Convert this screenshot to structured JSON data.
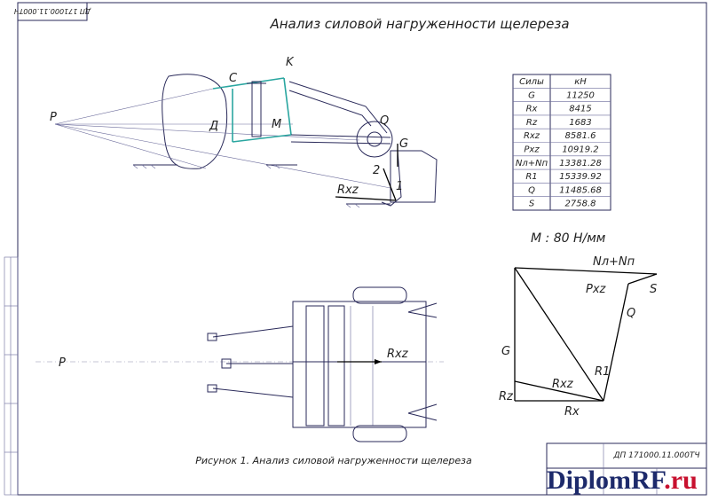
{
  "title": "Анализ силовой нагруженности щелереза",
  "caption": "Рисунок 1. Анализ силовой нагруженности щелереза",
  "doc_code": "ДП 171000.11.000ТЧ",
  "doc_code_corner": "ДП 171000.11.000ТЧ",
  "scale": "М : 80 Н/мм",
  "logo": {
    "main": "DiplomRF",
    "suffix": ".ru"
  },
  "side_labels": {
    "points": {
      "C": "C",
      "K": "K",
      "D": "Д",
      "M": "М",
      "Q": "Q",
      "G": "G",
      "p1": "1",
      "p2": "2",
      "P": "P",
      "Rxz": "Rxz"
    },
    "plan": {
      "P": "P",
      "Rxz": "Rxz"
    }
  },
  "table": {
    "headers": [
      "Силы",
      "кН"
    ],
    "rows": [
      [
        "G",
        "11250"
      ],
      [
        "Rx",
        "8415"
      ],
      [
        "Rz",
        "1683"
      ],
      [
        "Rxz",
        "8581.6"
      ],
      [
        "Pxz",
        "10919.2"
      ],
      [
        "Nл+Nп",
        "13381.28"
      ],
      [
        "R1",
        "15339.92"
      ],
      [
        "Q",
        "11485.68"
      ],
      [
        "S",
        "2758.8"
      ]
    ]
  },
  "polygon_labels": {
    "NlNp": "Nл+Nп",
    "Pxz": "Pxz",
    "S": "S",
    "Q": "Q",
    "G": "G",
    "R1": "R1",
    "Rxz": "Rxz",
    "Rz": "Rz",
    "Rx": "Rx"
  },
  "colors": {
    "line": "#2a2a5a",
    "teal": "#2aa6a0",
    "brand": "#1d2a6b",
    "brand_accent": "#c8102e"
  }
}
